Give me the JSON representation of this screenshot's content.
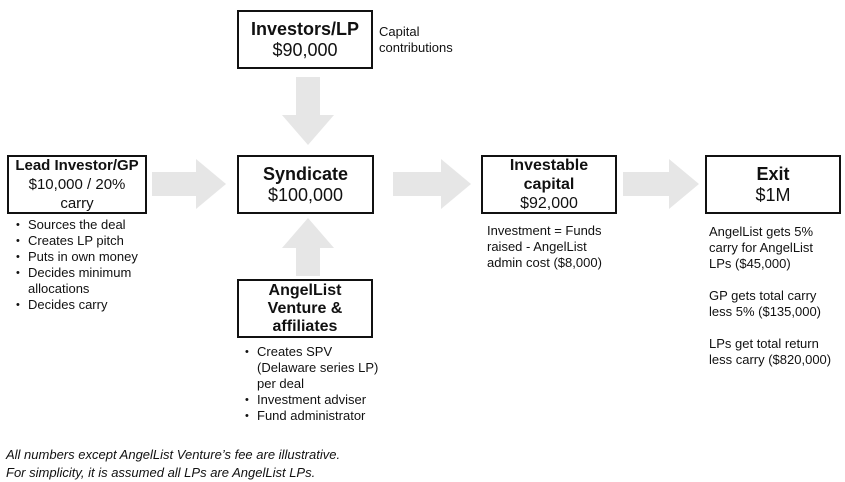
{
  "investors": {
    "title": "Investors/LP",
    "value": "$90,000",
    "note_line1": "Capital",
    "note_line2": "contributions"
  },
  "lead": {
    "title": "Lead Investor/GP",
    "value_line1": "$10,000 / 20%",
    "value_line2": "carry",
    "bullets": [
      "Sources the deal",
      "Creates LP pitch",
      "Puts in own money",
      "Decides minimum allocations",
      "Decides carry"
    ]
  },
  "syndicate": {
    "title": "Syndicate",
    "value": "$100,000"
  },
  "investable": {
    "title_line1": "Investable",
    "title_line2": "capital",
    "value": "$92,000",
    "note_line1": "Investment = Funds",
    "note_line2": "raised - AngelList",
    "note_line3": "admin cost ($8,000)"
  },
  "exit": {
    "title": "Exit",
    "value": "$1M",
    "notes": [
      [
        "AngelList gets 5%",
        "carry for AngelList",
        "LPs ($45,000)"
      ],
      [
        "GP gets total carry",
        "less 5% ($135,000)"
      ],
      [
        "LPs get total return",
        "less carry ($820,000)"
      ]
    ]
  },
  "angellist": {
    "title_line1": "AngelList",
    "title_line2": "Venture &",
    "title_line3": "affiliates",
    "bullets": [
      "Creates SPV (Delaware series LP) per deal",
      "Investment adviser",
      "Fund administrator"
    ]
  },
  "footnotes": {
    "line1": "All numbers except AngelList Venture’s fee are illustrative.",
    "line2": "For simplicity, it is assumed all LPs are AngelList LPs."
  },
  "colors": {
    "arrow": "#e6e6e6",
    "border": "#111111"
  }
}
